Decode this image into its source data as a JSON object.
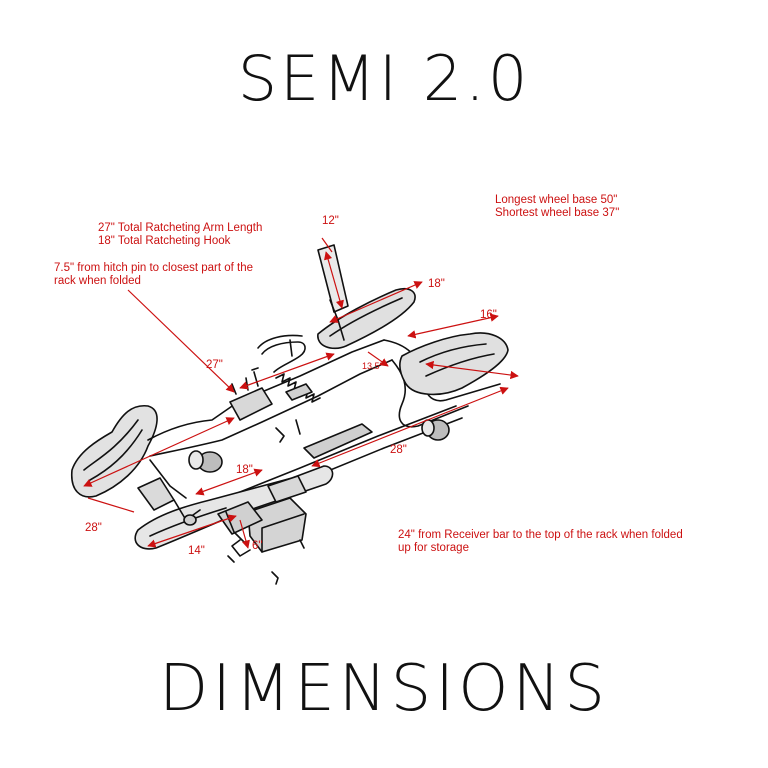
{
  "title": "SEMI 2.0",
  "footer": "DIMENSIONS",
  "colors": {
    "annotation": "#cc1111",
    "line": "#111111",
    "fill": "#dcdcdc"
  },
  "notes": {
    "wheel_base": "Longest wheel base 50\"\nShortest wheel base 37\"",
    "arm_length": "27\" Total Ratcheting Arm Length\n18\" Total Ratcheting Hook",
    "hitch_pin": "7.5\" from hitch pin to closest part of the\nrack when folded",
    "receiver": "24\" from Receiver bar to the top of the rack when folded\nup for storage"
  },
  "dimensions": {
    "arm_top": "12\"",
    "tray_back": "18\"",
    "tray_front": "16\"",
    "arm_27": "27\"",
    "gap": "13.5\"",
    "length_right": "28\"",
    "hook_18": "18\"",
    "length_left": "28\"",
    "base_14": "14\"",
    "base_6": "6\""
  }
}
